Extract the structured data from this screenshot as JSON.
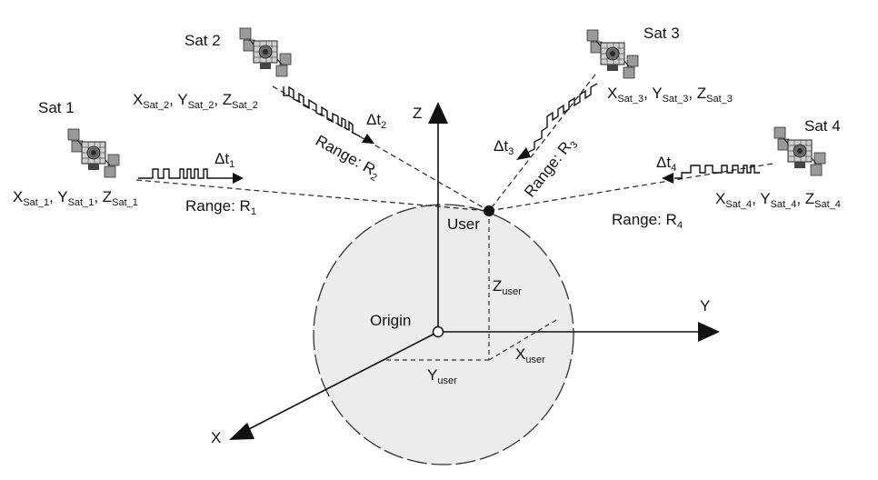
{
  "axes": {
    "z": "Z",
    "y": "Y",
    "x": "X"
  },
  "origin_label": "Origin",
  "user_label": "User",
  "user_components": {
    "z": {
      "base": "Z",
      "sub": "user"
    },
    "y": {
      "base": "Y",
      "sub": "user"
    },
    "x": {
      "base": "X",
      "sub": "user"
    }
  },
  "satellites": [
    {
      "name": "Sat 1",
      "coords": [
        {
          "base": "X",
          "sub": "Sat_1"
        },
        {
          "base": "Y",
          "sub": "Sat_1"
        },
        {
          "base": "Z",
          "sub": "Sat_1"
        }
      ],
      "delta": {
        "base": "Δt",
        "sub": "1"
      },
      "range": {
        "base": "Range: R",
        "sub": "1"
      }
    },
    {
      "name": "Sat 2",
      "coords": [
        {
          "base": "X",
          "sub": "Sat_2"
        },
        {
          "base": "Y",
          "sub": "Sat_2"
        },
        {
          "base": "Z",
          "sub": "Sat_2"
        }
      ],
      "delta": {
        "base": "Δt",
        "sub": "2"
      },
      "range": {
        "base": "Range: R",
        "sub": "2"
      }
    },
    {
      "name": "Sat 3",
      "coords": [
        {
          "base": "X",
          "sub": "Sat_3"
        },
        {
          "base": "Y",
          "sub": "Sat_3"
        },
        {
          "base": "Z",
          "sub": "Sat_3"
        }
      ],
      "delta": {
        "base": "Δt",
        "sub": "3"
      },
      "range": {
        "base": "Range: R",
        "sub": "3"
      }
    },
    {
      "name": "Sat 4",
      "coords": [
        {
          "base": "X",
          "sub": "Sat_4"
        },
        {
          "base": "Y",
          "sub": "Sat_4"
        },
        {
          "base": "Z",
          "sub": "Sat_4"
        }
      ],
      "delta": {
        "base": "Δt",
        "sub": "4"
      },
      "range": {
        "base": "Range: R",
        "sub": "4"
      }
    }
  ],
  "colors": {
    "earth_fill": "#ececec",
    "ink": "#111111",
    "satellite_panel": "#9a9a9a"
  }
}
